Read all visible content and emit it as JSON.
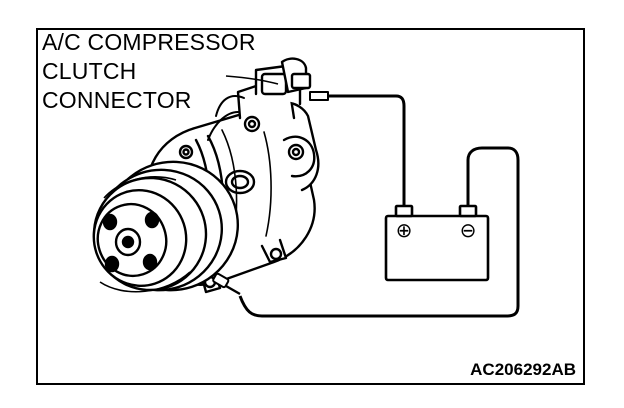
{
  "diagram": {
    "label_lines": [
      "A/C COMPRESSOR",
      "CLUTCH",
      "CONNECTOR"
    ],
    "figure_id": "AC206292AB",
    "battery": {
      "positive_symbol": "⊕",
      "negative_symbol": "⊖"
    },
    "colors": {
      "line": "#000000",
      "background": "#ffffff"
    }
  }
}
